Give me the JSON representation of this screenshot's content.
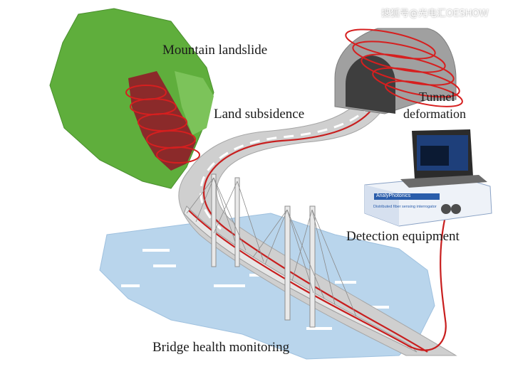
{
  "watermark": "搜狐号@光电汇OESHOW",
  "labels": {
    "mountain_landslide": "Mountain landslide",
    "land_subsidence": "Land subsidence",
    "tunnel_line1": "Tunnel",
    "tunnel_line2": "deformation",
    "detection_equipment": "Detection equipment",
    "bridge_health": "Bridge health monitoring"
  },
  "device": {
    "brand": "AnalyPhotonics",
    "model": "Distributed fiber sensing interrogator"
  },
  "colors": {
    "mountain": "#5fae3c",
    "landslide": "#8b2a2a",
    "fiber": "#c81e1e",
    "water": "#b7d3ea",
    "road": "#c9c9c9",
    "tunnel": "#9a9a9a",
    "device": "#2a5dab"
  }
}
